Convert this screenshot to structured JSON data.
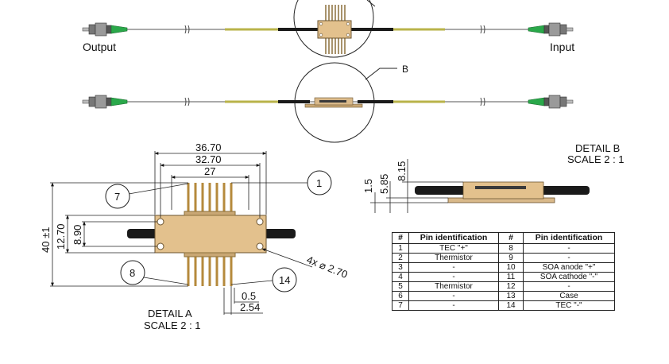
{
  "labels": {
    "output": "Output",
    "input": "Input",
    "detail_b_callout": "B",
    "detail_a_title": "DETAIL A",
    "detail_a_scale": "SCALE 2 : 1",
    "detail_b_title": "DETAIL B",
    "detail_b_scale": "SCALE 2 : 1"
  },
  "dimensions_a": {
    "width_outer": "36.70",
    "width_mid": "32.70",
    "width_inner": "27",
    "height_total": "40 ±1",
    "height_body": "12.70",
    "height_pins": "8.90",
    "hole": "4x ⌀ 2.70",
    "pin_width": "0.5",
    "pin_pitch": "2.54"
  },
  "dimensions_b": {
    "base": "1.5",
    "body": "5.85",
    "total": "8.15"
  },
  "callouts": [
    "1",
    "7",
    "8",
    "14"
  ],
  "pin_table": {
    "headers": [
      "#",
      "Pin identification",
      "#",
      "Pin identification"
    ],
    "rows": [
      [
        "1",
        "TEC \"+\"",
        "8",
        "-"
      ],
      [
        "2",
        "Thermistor",
        "9",
        "-"
      ],
      [
        "3",
        "-",
        "10",
        "SOA anode \"+\""
      ],
      [
        "4",
        "-",
        "11",
        "SOA cathode \"-\""
      ],
      [
        "5",
        "Thermistor",
        "12",
        "-"
      ],
      [
        "6",
        "-",
        "13",
        "Case"
      ],
      [
        "7",
        "-",
        "14",
        "TEC \"-\""
      ]
    ]
  }
}
